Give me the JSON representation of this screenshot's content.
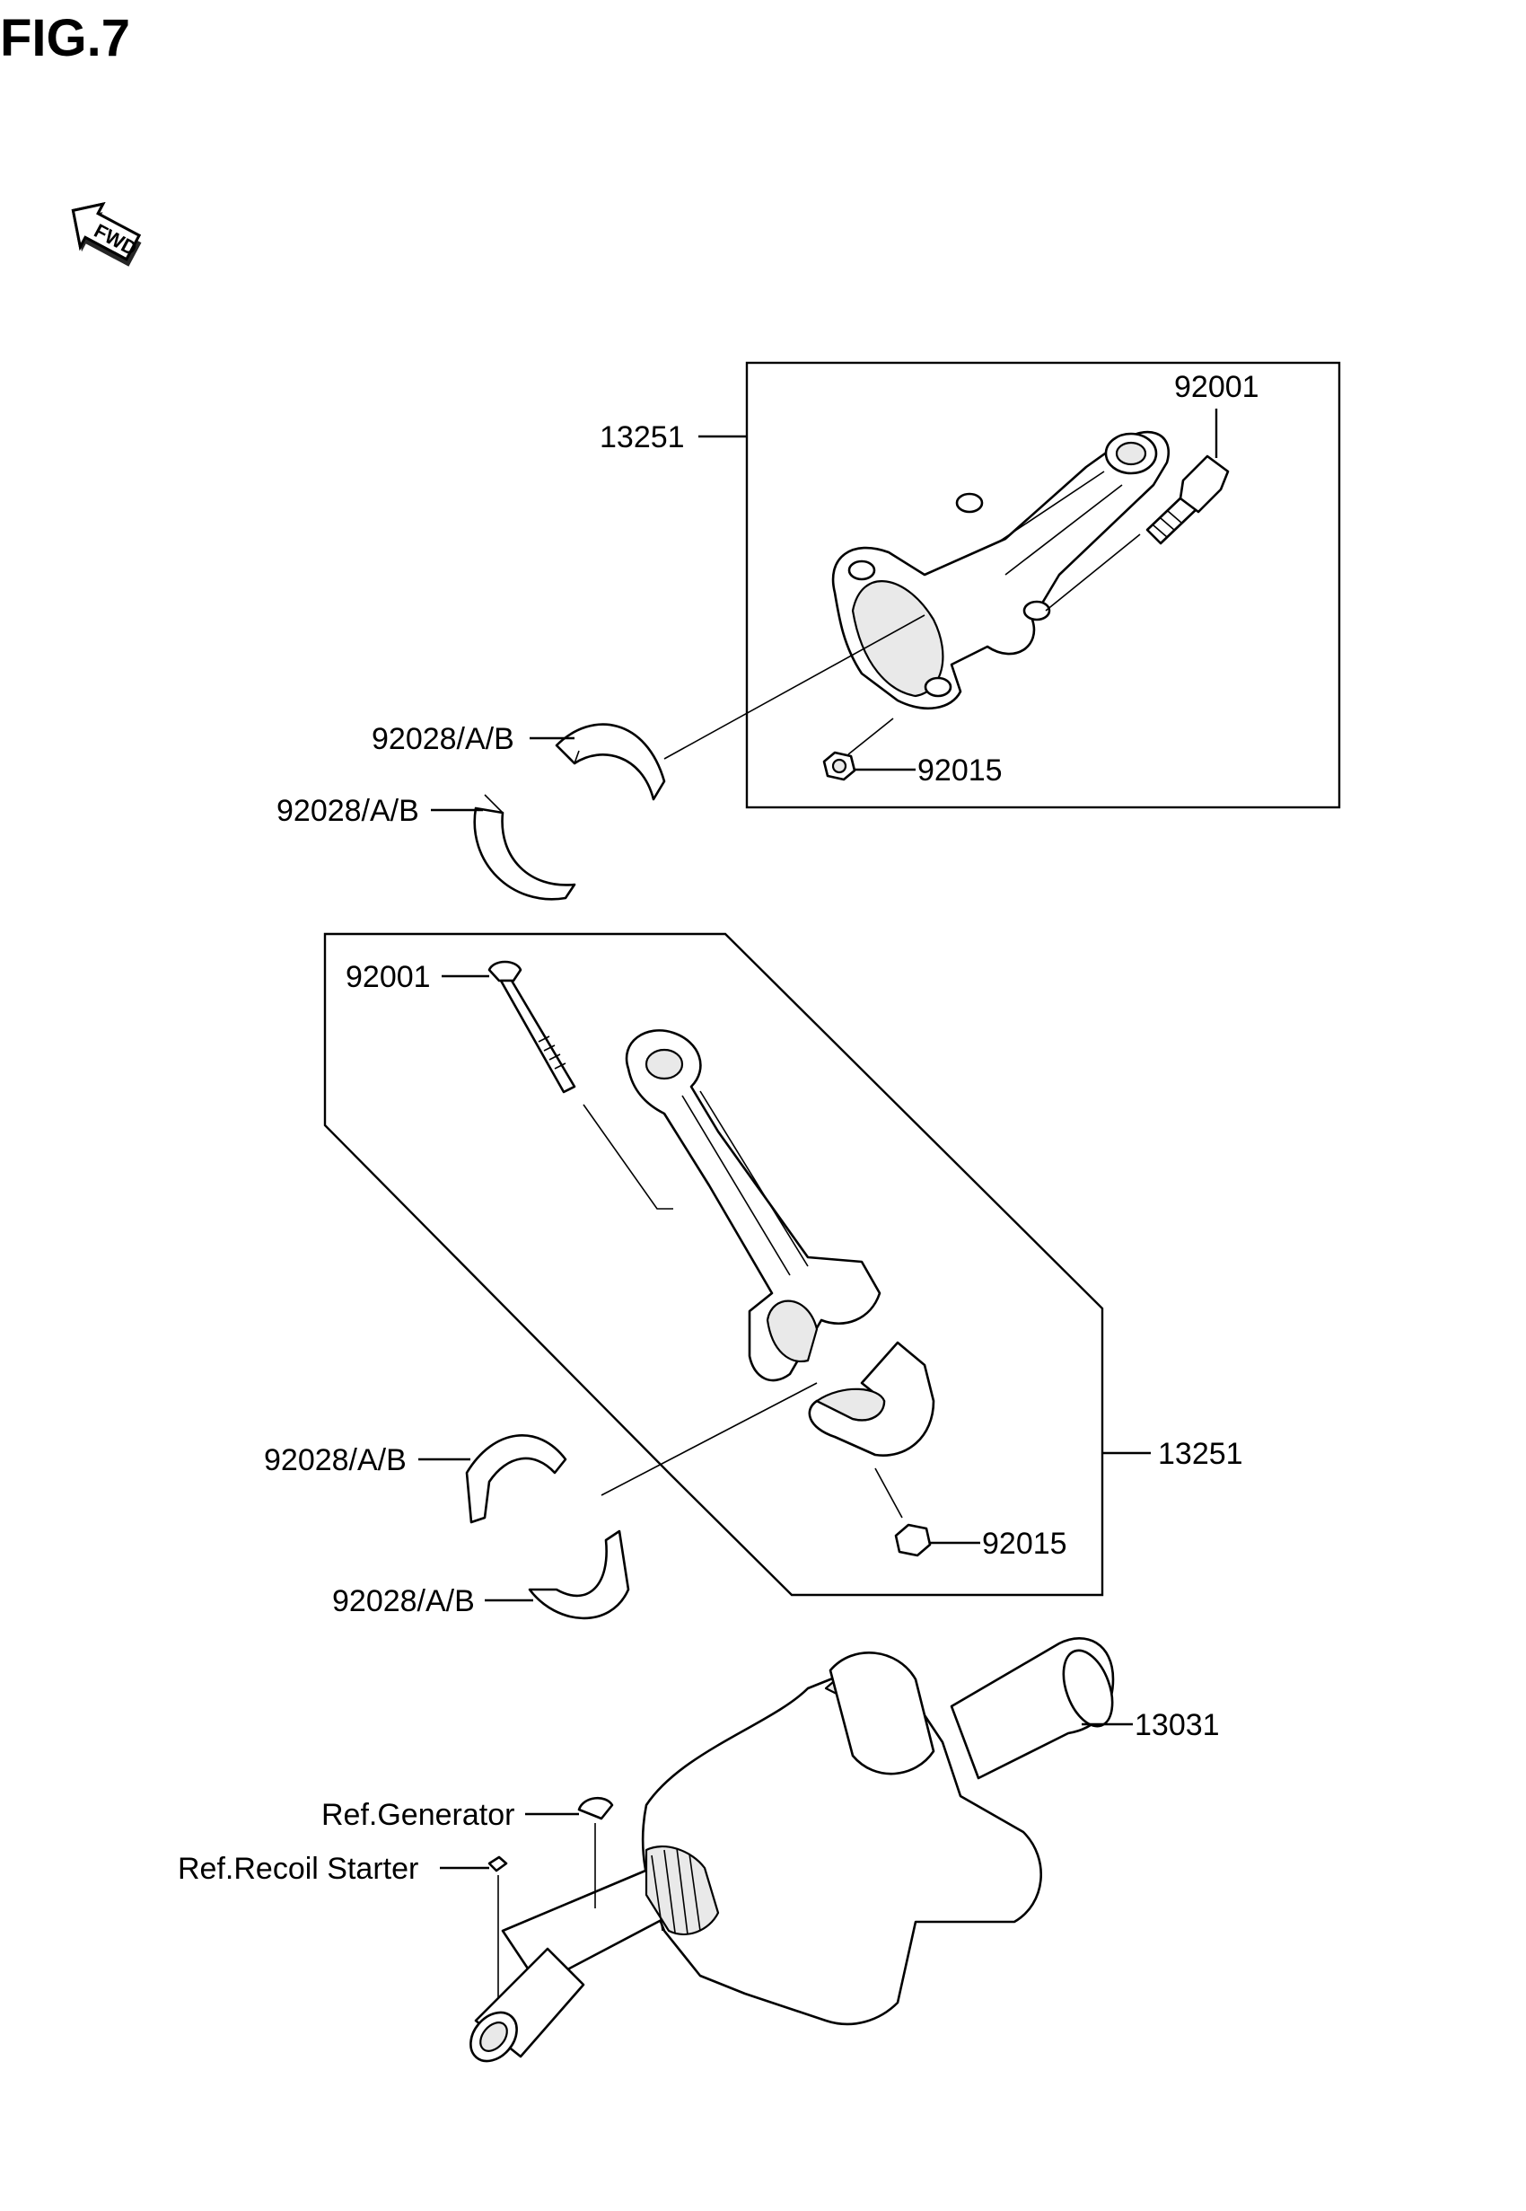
{
  "figure_title": "FIG.7",
  "direction_badge": {
    "text": "FWD",
    "icon": "forward-arrow-icon"
  },
  "callouts": {
    "upper_conrod_assy": "13251",
    "upper_bolt": "92001",
    "upper_nut": "92015",
    "upper_bearing_1": "92028/A/B",
    "upper_bearing_2": "92028/A/B",
    "lower_bolt": "92001",
    "lower_conrod_assy": "13251",
    "lower_nut": "92015",
    "lower_bearing_1": "92028/A/B",
    "lower_bearing_2": "92028/A/B",
    "crankshaft": "13031",
    "ref_generator": "Ref.Generator",
    "ref_recoil_starter": "Ref.Recoil Starter"
  }
}
